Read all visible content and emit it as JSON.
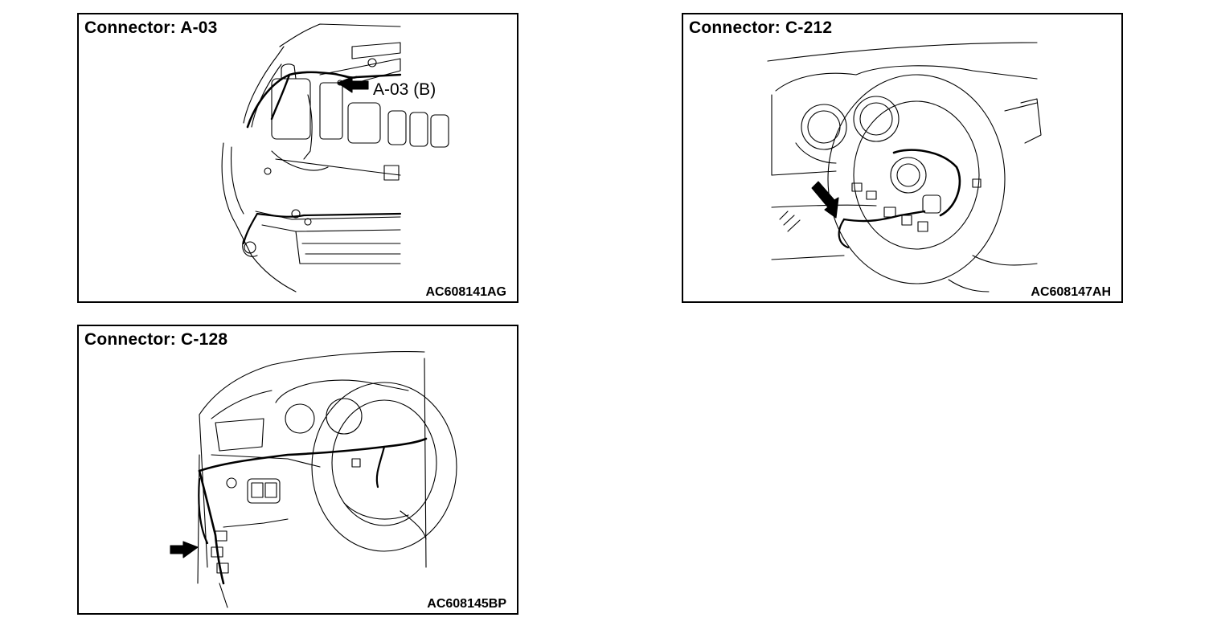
{
  "panels": [
    {
      "title": "Connector: A-03",
      "callout": "A-03 (B)",
      "code": "AC608141AG"
    },
    {
      "title": "Connector: C-212",
      "code": "AC608147AH"
    },
    {
      "title": "Connector: C-128",
      "code": "AC608145BP"
    }
  ],
  "icons": [
    "pointer-arrow-icon"
  ]
}
